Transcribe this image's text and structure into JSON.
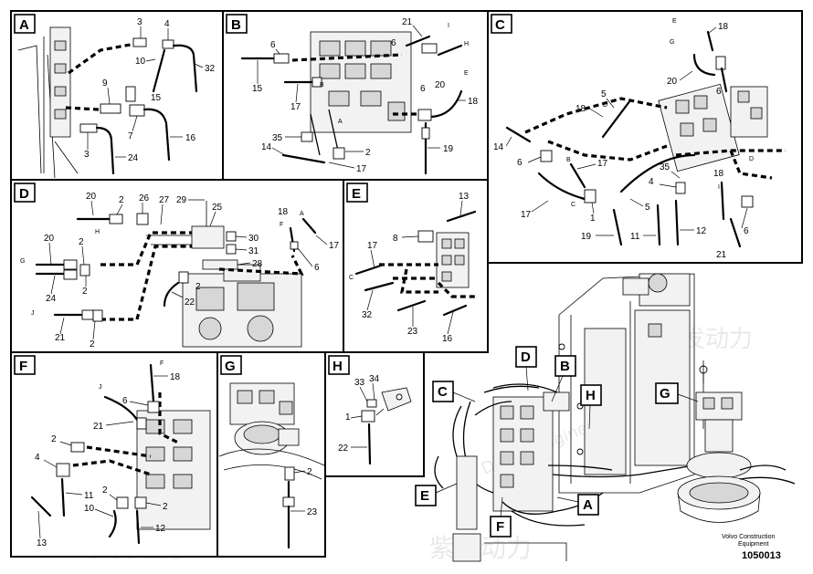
{
  "panels": [
    {
      "id": "A",
      "parts": [
        "3",
        "4",
        "32",
        "10",
        "15",
        "9",
        "7",
        "16",
        "3",
        "24"
      ]
    },
    {
      "id": "B",
      "parts": [
        "21",
        "I",
        "6",
        "H",
        "6",
        "15",
        "B",
        "17",
        "20",
        "E",
        "6",
        "18",
        "A",
        "35",
        "14",
        "2",
        "17",
        "19"
      ]
    },
    {
      "id": "C",
      "parts": [
        "E",
        "18",
        "G",
        "20",
        "6",
        "5",
        "18",
        "D",
        "14",
        "6",
        "B",
        "17",
        "35",
        "4",
        "18",
        "D",
        "17",
        "C",
        "1",
        "5",
        "I",
        "19",
        "11",
        "12",
        "6",
        "21"
      ]
    },
    {
      "id": "D",
      "parts": [
        "20",
        "H",
        "2",
        "26",
        "27",
        "29",
        "25",
        "18",
        "F",
        "A",
        "17",
        "30",
        "31",
        "28",
        "6",
        "20",
        "G",
        "2",
        "24",
        "2",
        "22",
        "J",
        "21",
        "2",
        "2"
      ]
    },
    {
      "id": "E",
      "parts": [
        "13",
        "8",
        "17",
        "C",
        "32",
        "23",
        "16"
      ]
    },
    {
      "id": "F",
      "parts": [
        "F",
        "18",
        "J",
        "6",
        "21",
        "2",
        "4",
        "11",
        "10",
        "2",
        "2",
        "12",
        "13"
      ]
    },
    {
      "id": "G",
      "parts": [
        "2",
        "23"
      ]
    },
    {
      "id": "H",
      "parts": [
        "33",
        "34",
        "1",
        "22"
      ]
    }
  ],
  "overview_callouts": [
    "D",
    "B",
    "C",
    "H",
    "G",
    "E",
    "A",
    "F"
  ],
  "footer": {
    "company": "Volvo Construction",
    "company2": "Equipment",
    "code": "1050013"
  },
  "watermark": {
    "brand": "紫发动力",
    "sub": "Diesel-Engines"
  }
}
